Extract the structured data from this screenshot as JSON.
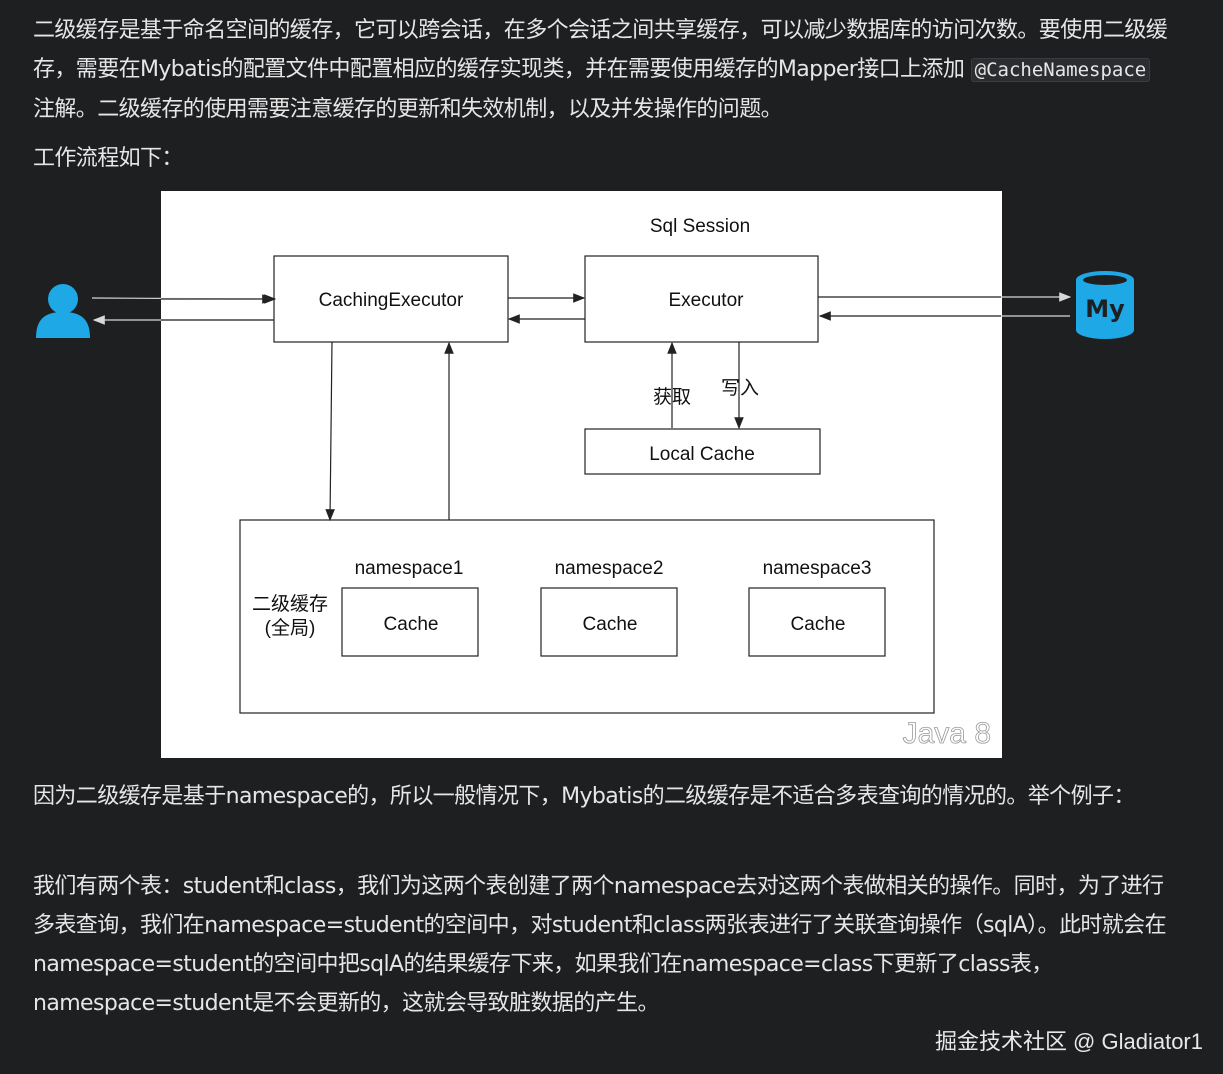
{
  "article": {
    "p1_a": "二级缓存是基于命名空间的缓存，它可以跨会话，在多个会话之间共享缓存，可以减少数据库的访问次数。要使用二级缓存，需要在Mybatis的配置文件中配置相应的缓存实现类，并在需要使用缓存的Mapper接口上添加",
    "p1_code": "@CacheNamespace",
    "p1_b": "注解。二级缓存的使用需要注意缓存的更新和失效机制，以及并发操作的问题。",
    "p2": "工作流程如下：",
    "p3": "因为二级缓存是基于namespace的，所以一般情况下，Mybatis的二级缓存是不适合多表查询的情况的。举个例子：",
    "p4": "我们有两个表：student和class，我们为这两个表创建了两个namespace去对这两个表做相关的操作。同时，为了进行多表查询，我们在namespace=student的空间中，对student和class两张表进行了关联查询操作（sqlA）。此时就会在namespace=student的空间中把sqlA的结果缓存下来，如果我们在namespace=class下更新了class表，namespace=student是不会更新的，这就会导致脏数据的产生。"
  },
  "diagram": {
    "session_title": "Sql Session",
    "caching_executor": "CachingExecutor",
    "executor": "Executor",
    "get_label": "获取",
    "write_label": "写入",
    "local_cache": "Local Cache",
    "l2_label_line1": "二级缓存",
    "l2_label_line2": "(全局)",
    "namespaces": [
      {
        "name": "namespace1",
        "cache": "Cache"
      },
      {
        "name": "namespace2",
        "cache": "Cache"
      },
      {
        "name": "namespace3",
        "cache": "Cache"
      }
    ],
    "db_logo_text": "My",
    "user_icon": "user-icon",
    "db_icon": "mysql-database-icon",
    "accent": "#1fa8e6"
  },
  "watermark": {
    "diagram": "Java 8",
    "site": "掘金技术社区 @ Gladiator1"
  }
}
